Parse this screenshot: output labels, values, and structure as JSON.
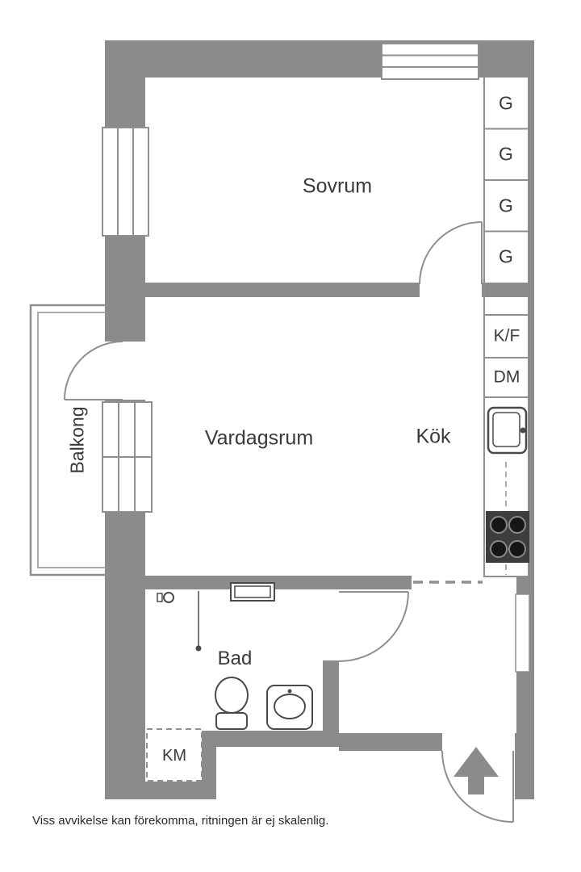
{
  "colors": {
    "wall": "#8B8B8B",
    "line": "#8F8F8F",
    "fixture": "#4A4A4A",
    "stove": "#3D3D3D",
    "text": "#3A3A3A"
  },
  "plan": {
    "rooms": {
      "bedroom": "Sovrum",
      "living_room": "Vardagsrum",
      "kitchen": "Kök",
      "balcony": "Balkong",
      "bathroom": "Bad"
    },
    "appliances": {
      "wardrobes": [
        "G",
        "G",
        "G",
        "G"
      ],
      "fridge_freezer": "K/F",
      "dishwasher": "DM",
      "washing_machine": "KM"
    }
  },
  "footer": {
    "disclaimer": "Viss avvikelse kan förekomma, ritningen är ej skalenlig."
  }
}
